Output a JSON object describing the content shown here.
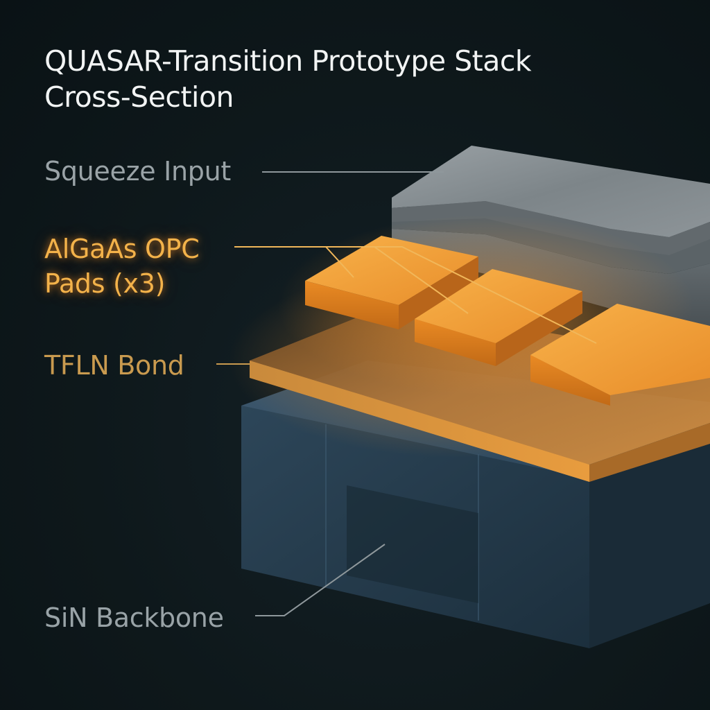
{
  "title": {
    "line1": "QUASAR-Transition Prototype Stack",
    "line2": "Cross-Section"
  },
  "labels": {
    "squeeze_input": "Squeeze Input",
    "algaas_line1": "AlGaAs OPC",
    "algaas_line2": "Pads (x3)",
    "tfln_bond": "TFLN Bond",
    "sin_backbone": "SiN Backbone"
  },
  "colors": {
    "background": "#0d1619",
    "title": "#f2f4f4",
    "squeeze_label": "#9aa3a7",
    "algaas_label": "#f3b24a",
    "tfln_label": "#c99a4f",
    "sin_label": "#99a3a7",
    "metal_layer": "#8e9599",
    "pad_orange": "#f2a13a",
    "tfln_layer": "#c98a3c",
    "sin_block": "#2b4358"
  }
}
